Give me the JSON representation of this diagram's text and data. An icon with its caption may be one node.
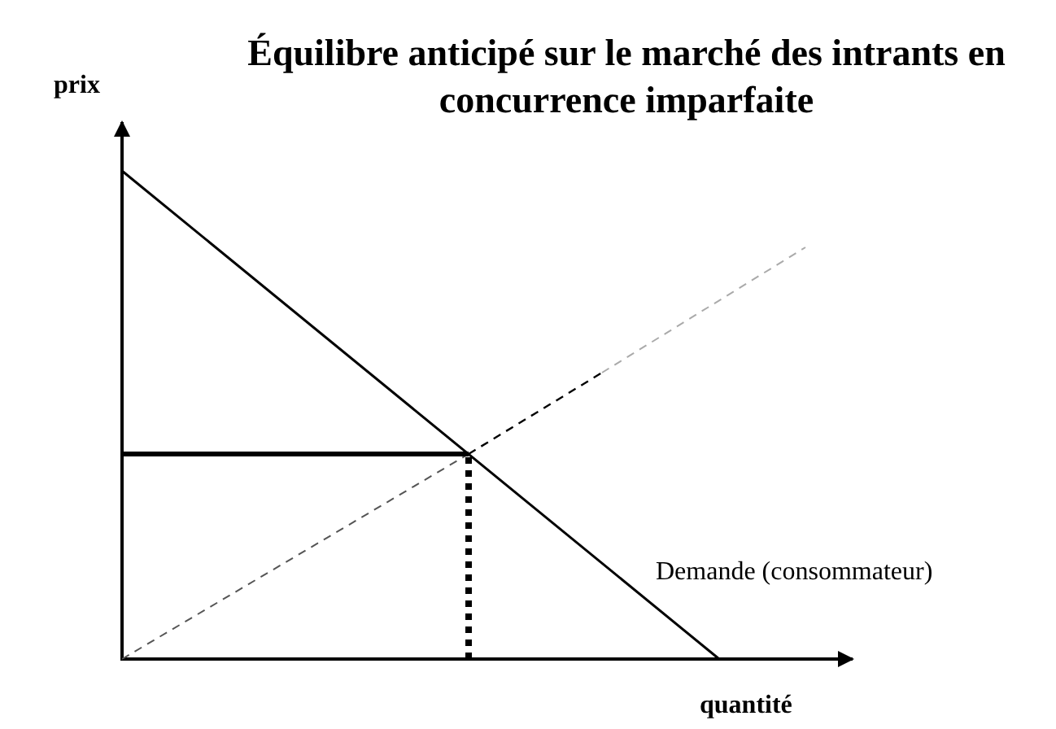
{
  "diagram": {
    "title": "Équilibre anticipé sur le marché des intrants en concurrence imparfaite",
    "labels": [
      "prix",
      "Demande (consommateur)",
      "quantité"
    ]
  }
}
